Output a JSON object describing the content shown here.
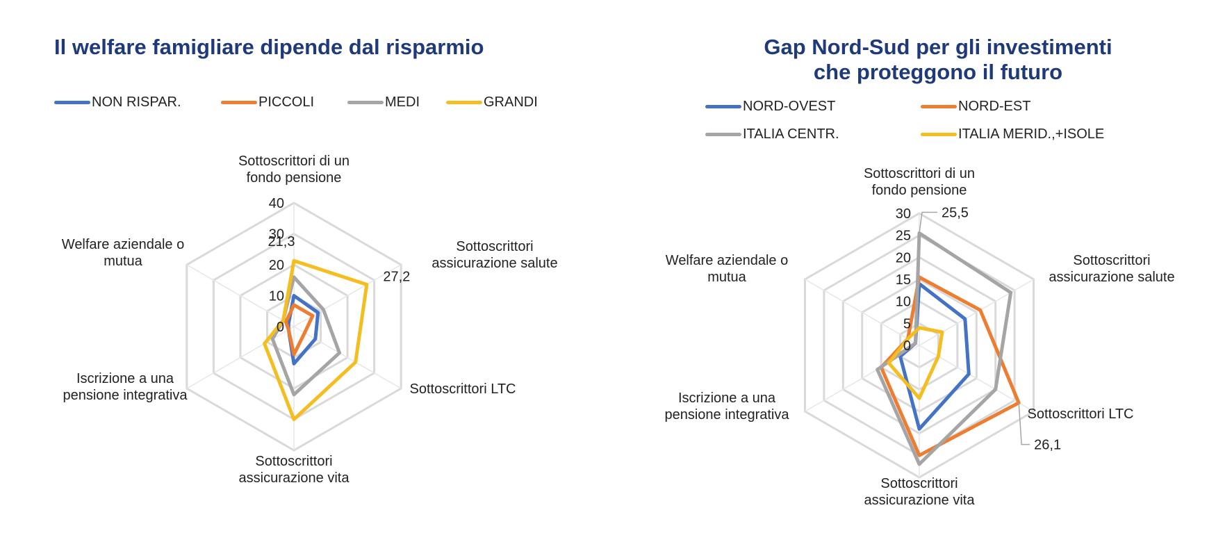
{
  "chart_data": [
    {
      "type": "radar",
      "title": "Il welfare famigliare dipende dal risparmio",
      "axes": [
        "Sottoscrittori di un fondo pensione",
        "Sottoscrittori assicurazione salute",
        "Sottoscrittori LTC",
        "Sottoscrittori assicurazione vita",
        "Iscrizione a una pensione integrativa",
        "Welfare aziendale o mutua"
      ],
      "axis_label_lines": [
        [
          "Sottoscrittori di un",
          "fondo pensione"
        ],
        [
          "Sottoscrittori",
          "assicurazione salute"
        ],
        [
          "Sottoscrittori LTC"
        ],
        [
          "Sottoscrittori",
          "assicurazione vita"
        ],
        [
          "Iscrizione a una",
          "pensione integrativa"
        ],
        [
          "Welfare aziendale o",
          "mutua"
        ]
      ],
      "rlim": [
        0,
        40
      ],
      "ticks": [
        0,
        10,
        20,
        30,
        40
      ],
      "tick_labels": [
        "0",
        "10",
        "20",
        "30",
        "40"
      ],
      "legend_position": "top",
      "series": [
        {
          "name": "NON RISPAR.",
          "color": "#4472c4",
          "values": [
            10,
            9,
            8,
            12,
            2,
            2
          ]
        },
        {
          "name": "PICCOLI",
          "color": "#ed7d31",
          "values": [
            7,
            7,
            4,
            9,
            2,
            3
          ]
        },
        {
          "name": "MEDI",
          "color": "#a5a5a5",
          "values": [
            16,
            11,
            17,
            22,
            8,
            4
          ]
        },
        {
          "name": "GRANDI",
          "color": "#f4bd20",
          "values": [
            21.3,
            27.2,
            23,
            30,
            11,
            4
          ]
        }
      ],
      "annotations": [
        {
          "series": "GRANDI",
          "axis": 0,
          "text": "21,3"
        },
        {
          "series": "GRANDI",
          "axis": 1,
          "text": "27,2"
        }
      ]
    },
    {
      "type": "radar",
      "title": "Gap Nord-Sud per gli investimenti che proteggono il futuro",
      "title_lines": [
        "Gap Nord-Sud per gli investimenti",
        "che proteggono il futuro"
      ],
      "axes": [
        "Sottoscrittori di un fondo pensione",
        "Sottoscrittori assicurazione salute",
        "Sottoscrittori LTC",
        "Sottoscrittori assicurazione vita",
        "Iscrizione a una pensione integrativa",
        "Welfare aziendale o mutua"
      ],
      "axis_label_lines": [
        [
          "Sottoscrittori di un",
          "fondo pensione"
        ],
        [
          "Sottoscrittori",
          "assicurazione salute"
        ],
        [
          "Sottoscrittori LTC"
        ],
        [
          "Sottoscrittori",
          "assicurazione vita"
        ],
        [
          "Iscrizione a una",
          "pensione integrativa"
        ],
        [
          "Welfare aziendale o",
          "mutua"
        ]
      ],
      "rlim": [
        0,
        30
      ],
      "ticks": [
        0,
        5,
        10,
        15,
        20,
        25,
        30
      ],
      "tick_labels": [
        "0",
        "5",
        "10",
        "15",
        "20",
        "25",
        "30"
      ],
      "legend_position": "top",
      "series": [
        {
          "name": "NORD-OVEST",
          "color": "#4472c4",
          "values": [
            14,
            12,
            13,
            19,
            5,
            1
          ]
        },
        {
          "name": "NORD-EST",
          "color": "#ed7d31",
          "values": [
            15.5,
            16,
            26.1,
            25,
            10,
            3
          ]
        },
        {
          "name": "ITALIA CENTR.",
          "color": "#a5a5a5",
          "values": [
            25.5,
            24,
            20,
            27,
            11,
            1
          ]
        },
        {
          "name": "ITALIA MERID.,+ISOLE",
          "color": "#f4bd20",
          "values": [
            4,
            6,
            5,
            12,
            8,
            3
          ]
        }
      ],
      "annotations": [
        {
          "series": "ITALIA CENTR.",
          "axis": 0,
          "text": "25,5"
        },
        {
          "series": "NORD-EST",
          "axis": 2,
          "text": "26,1"
        }
      ]
    }
  ]
}
